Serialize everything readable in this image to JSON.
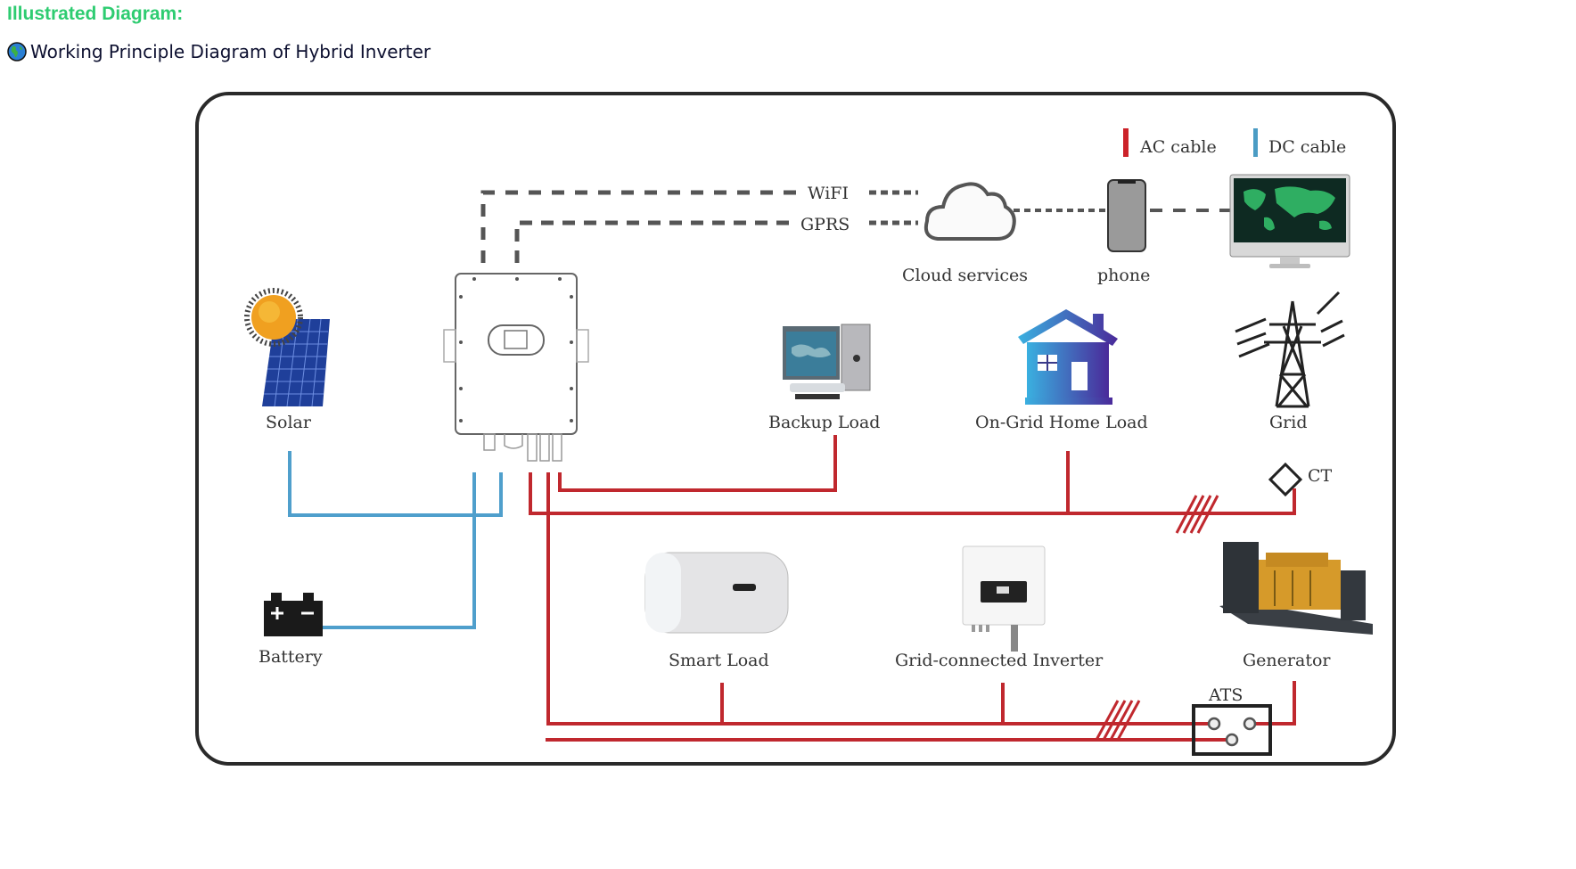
{
  "page": {
    "heading": "Illustrated Diagram:",
    "subtitle": "Working Principle Diagram of Hybrid Inverter",
    "subtitle_icon": "globe-icon"
  },
  "legend": {
    "ac_label": "AC  cable",
    "dc_label": "DC  cable",
    "ac_color": "#cc2229",
    "dc_color": "#4b9cc4"
  },
  "communication": {
    "wifi": "WiFI",
    "gprs": "GPRS"
  },
  "components": {
    "cloud": "Cloud services",
    "phone": "phone",
    "monitor": "",
    "solar": "Solar",
    "inverter": "",
    "backup_load": "Backup  Load",
    "ongrid_home_load": "On-Grid Home   Load",
    "grid": "Grid",
    "ct": "CT",
    "battery": "Battery",
    "smart_load": "Smart  Load",
    "grid_connected_inverter": "Grid-connected Inverter",
    "generator": "Generator",
    "ats": "ATS"
  },
  "colors": {
    "heading": "#2ecc71",
    "subtitle": "#0d1030",
    "ac_line": "#c0282e",
    "dc_line": "#4f9fcc",
    "frame": "#2a2a2a"
  }
}
